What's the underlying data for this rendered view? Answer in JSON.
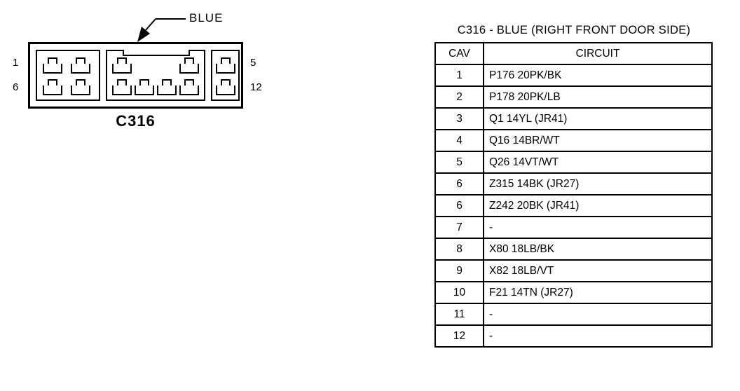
{
  "connector_figure": {
    "callout_label": "BLUE",
    "connector_name": "C316",
    "pin_labels": {
      "top_left": "1",
      "bottom_left": "6",
      "top_right": "5",
      "bottom_right": "12"
    },
    "cavity_groups": [
      {
        "name": "left",
        "top_row_count": 2,
        "bottom_row_count": 2
      },
      {
        "name": "middle",
        "top_row_count": 2,
        "bottom_row_count": 4
      },
      {
        "name": "right",
        "top_row_count": 1,
        "bottom_row_count": 1
      }
    ]
  },
  "circuit_table": {
    "title": "C316 - BLUE (RIGHT FRONT DOOR SIDE)",
    "headers": {
      "cav": "CAV",
      "circuit": "CIRCUIT"
    },
    "rows": [
      {
        "cav": "1",
        "circuit": "P176 20PK/BK"
      },
      {
        "cav": "2",
        "circuit": "P178 20PK/LB"
      },
      {
        "cav": "3",
        "circuit": "Q1 14YL (JR41)"
      },
      {
        "cav": "4",
        "circuit": "Q16 14BR/WT"
      },
      {
        "cav": "5",
        "circuit": "Q26 14VT/WT"
      },
      {
        "cav": "6",
        "circuit": "Z315 14BK (JR27)"
      },
      {
        "cav": "6",
        "circuit": "Z242 20BK (JR41)"
      },
      {
        "cav": "7",
        "circuit": "-"
      },
      {
        "cav": "8",
        "circuit": "X80 18LB/BK"
      },
      {
        "cav": "9",
        "circuit": "X82 18LB/VT"
      },
      {
        "cav": "10",
        "circuit": "F21 14TN (JR27)"
      },
      {
        "cav": "11",
        "circuit": "-"
      },
      {
        "cav": "12",
        "circuit": "-"
      }
    ]
  },
  "colors": {
    "line": "#000000",
    "background": "#ffffff"
  }
}
